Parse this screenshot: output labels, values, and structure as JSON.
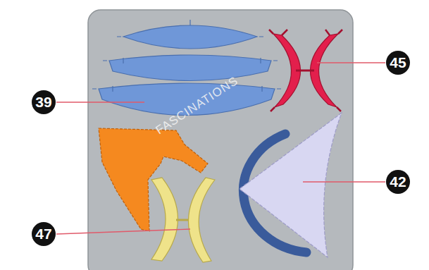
{
  "diagram": {
    "labels": [
      "39",
      "45",
      "42",
      "47",
      "FASCINATIONS"
    ]
  }
}
